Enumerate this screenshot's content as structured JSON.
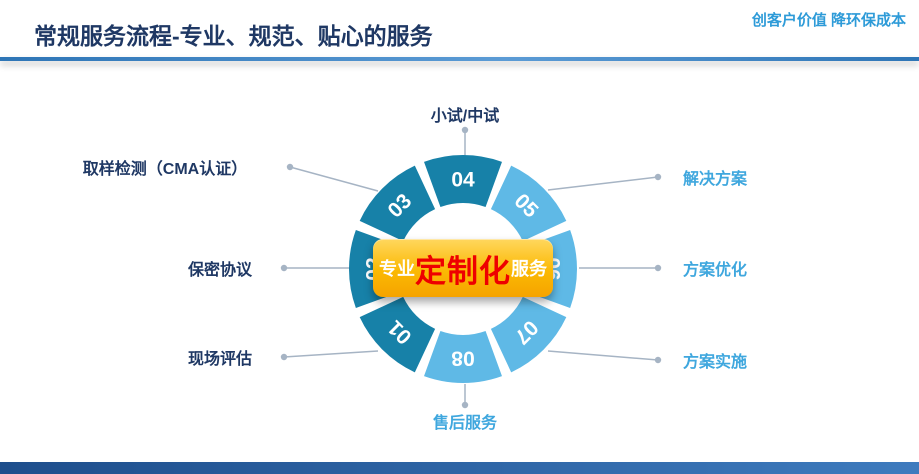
{
  "header": {
    "title": "常规服务流程-专业、规范、贴心的服务",
    "slogan": "创客户价值 降环保成本"
  },
  "center_badge": {
    "prefix": "专业",
    "emphasis": "定制化",
    "suffix": "服务"
  },
  "colors": {
    "title_navy": "#1F3864",
    "label_navy": "#1F3864",
    "label_blue": "#3FA7DE",
    "slogan_blue": "#2E9BD8",
    "segment_dark": "#1781A8",
    "segment_light": "#5FB9E6",
    "gold_top": "#FFD75E",
    "gold_bottom": "#F5A300",
    "badge_red": "#EE0000",
    "connector_gray": "#A6B4C4",
    "divider_blue": "#2E75B6",
    "footer_blue_left": "#1E4E8C",
    "footer_blue_right": "#3E7BBE"
  },
  "diagram": {
    "segments": [
      {
        "number": "04",
        "tone": "dark"
      },
      {
        "number": "05",
        "tone": "light"
      },
      {
        "number": "06",
        "tone": "light"
      },
      {
        "number": "07",
        "tone": "light"
      },
      {
        "number": "08",
        "tone": "light"
      },
      {
        "number": "01",
        "tone": "dark"
      },
      {
        "number": "02",
        "tone": "dark"
      },
      {
        "number": "03",
        "tone": "dark"
      }
    ]
  },
  "labels": [
    {
      "id": "pilot-test",
      "text": "小试/中试",
      "tone": "navy"
    },
    {
      "id": "sampling-cma",
      "text": "取样检测（CMA认证）",
      "tone": "navy"
    },
    {
      "id": "nda",
      "text": "保密协议",
      "tone": "navy"
    },
    {
      "id": "site-evaluation",
      "text": "现场评估",
      "tone": "navy"
    },
    {
      "id": "solution",
      "text": "解决方案",
      "tone": "blue"
    },
    {
      "id": "solution-optimization",
      "text": "方案优化",
      "tone": "blue"
    },
    {
      "id": "solution-implementation",
      "text": "方案实施",
      "tone": "blue"
    },
    {
      "id": "after-sales",
      "text": "售后服务",
      "tone": "blue"
    }
  ]
}
